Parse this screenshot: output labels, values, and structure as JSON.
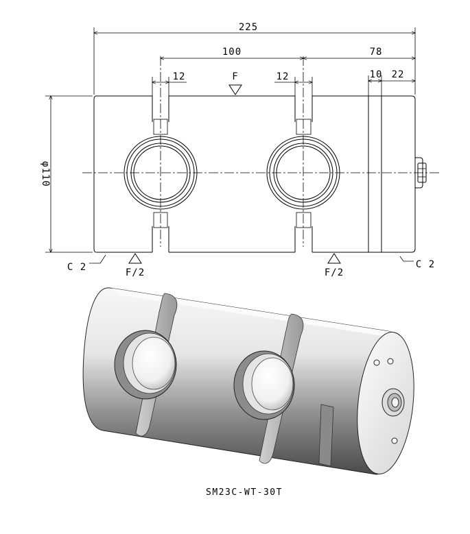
{
  "dimensions": {
    "overall_length": "225",
    "pin_spacing": "100",
    "right_section": "78",
    "left_slot_width": "12",
    "load_label": "F",
    "right_slot_width": "12",
    "groove_width": "10",
    "end_section": "22",
    "diameter": "φ110",
    "left_chamfer": "C 2",
    "right_chamfer": "C 2",
    "left_support": "F/2",
    "right_support": "F/2"
  },
  "caption": "SM23C-WT-30T",
  "colors": {
    "line": "#000000",
    "background": "#ffffff",
    "metal_light": "#f4f4f4",
    "metal_dark": "#5a5a5a"
  }
}
